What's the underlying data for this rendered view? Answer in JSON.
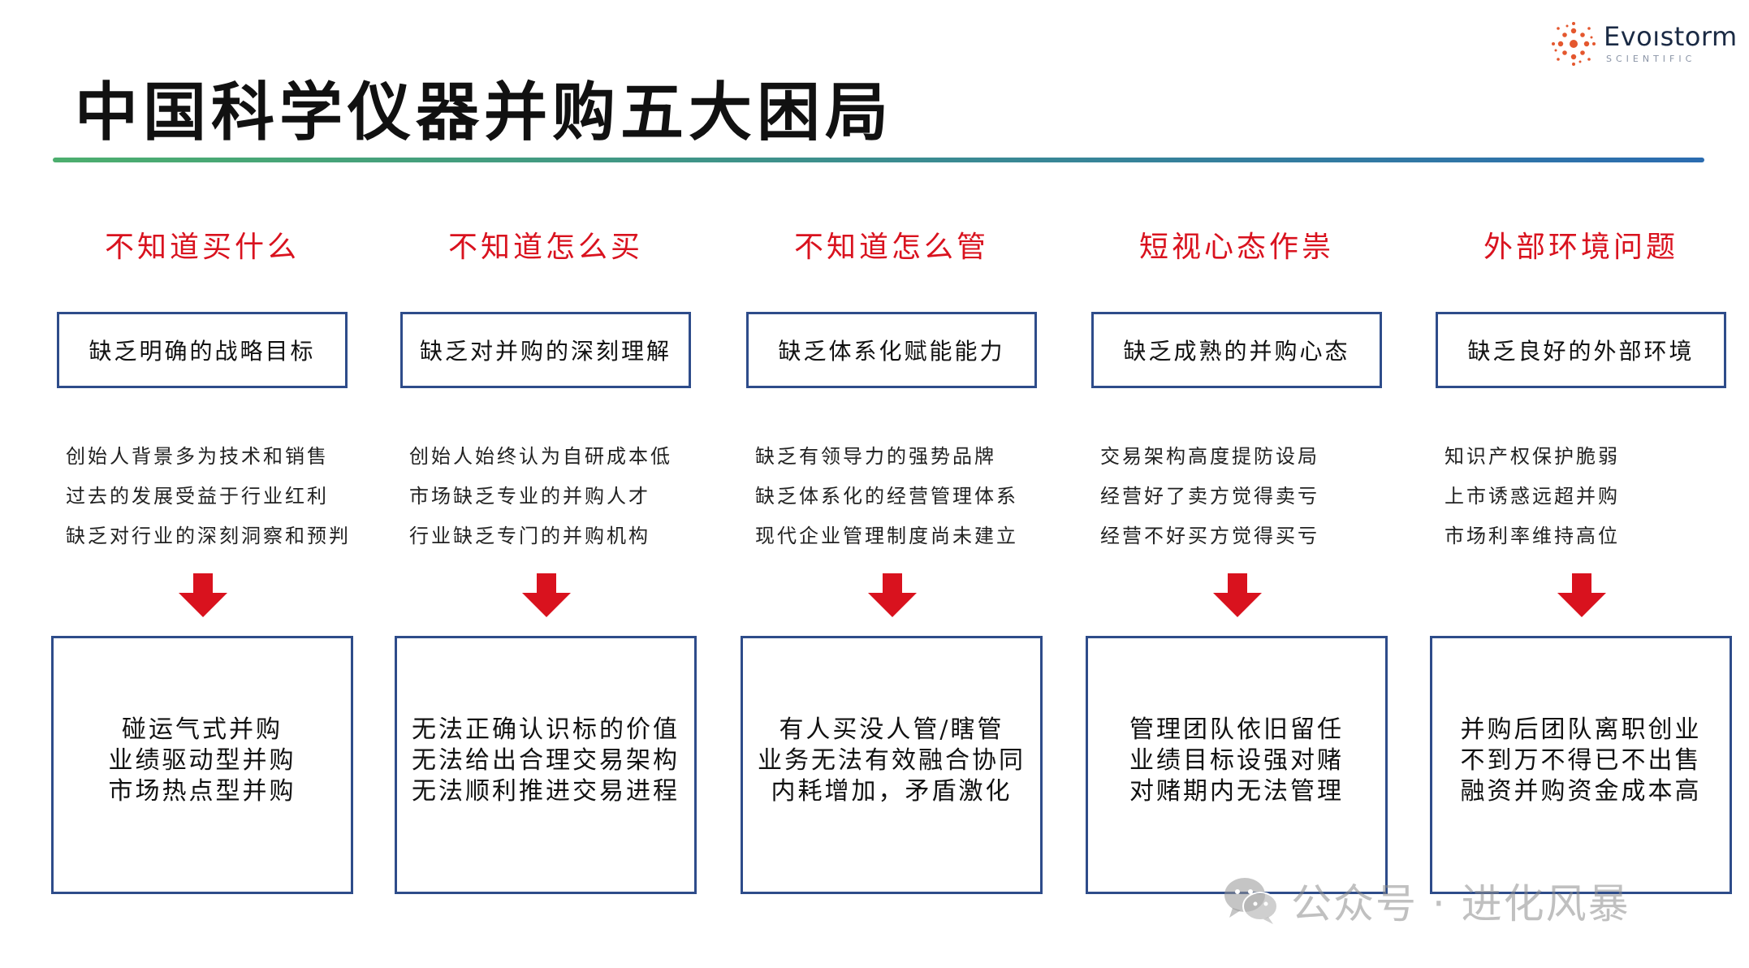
{
  "title": "中国科学仪器并购五大困局",
  "logo": {
    "name": "Evoıstorm",
    "sub": "SCIENTIFIC"
  },
  "colors": {
    "heading_red": "#d9121e",
    "box_border": "#2e4c8a",
    "arrow_red": "#d9121e",
    "divider_start": "#4cae6e",
    "divider_end": "#2b6cb0"
  },
  "columns": [
    {
      "heading": "不知道买什么",
      "box_label": "缺乏明确的战略目标",
      "reasons": [
        "创始人背景多为技术和销售",
        "过去的发展受益于行业红利",
        "缺乏对行业的深刻洞察和预判"
      ],
      "results": [
        "碰运气式并购",
        "业绩驱动型并购",
        "市场热点型并购"
      ]
    },
    {
      "heading": "不知道怎么买",
      "box_label": "缺乏对并购的深刻理解",
      "reasons": [
        "创始人始终认为自研成本低",
        "市场缺乏专业的并购人才",
        "行业缺乏专门的并购机构"
      ],
      "results": [
        "无法正确认识标的价值",
        "无法给出合理交易架构",
        "无法顺利推进交易进程"
      ]
    },
    {
      "heading": "不知道怎么管",
      "box_label": "缺乏体系化赋能能力",
      "reasons": [
        "缺乏有领导力的强势品牌",
        "缺乏体系化的经营管理体系",
        "现代企业管理制度尚未建立"
      ],
      "results": [
        "有人买没人管/瞎管",
        "业务无法有效融合协同",
        "内耗增加，矛盾激化"
      ]
    },
    {
      "heading": "短视心态作祟",
      "box_label": "缺乏成熟的并购心态",
      "reasons": [
        "交易架构高度提防设局",
        "经营好了卖方觉得卖亏",
        "经营不好买方觉得买亏"
      ],
      "results": [
        "管理团队依旧留任",
        "业绩目标设强对赌",
        "对赌期内无法管理"
      ]
    },
    {
      "heading": "外部环境问题",
      "box_label": "缺乏良好的外部环境",
      "reasons": [
        "知识产权保护脆弱",
        "上市诱惑远超并购",
        "市场利率维持高位"
      ],
      "results": [
        "并购后团队离职创业",
        "不到万不得已不出售",
        "融资并购资金成本高"
      ]
    }
  ],
  "watermark": {
    "icon": "wechat-icon",
    "text": "公众号 · 进化风暴"
  }
}
